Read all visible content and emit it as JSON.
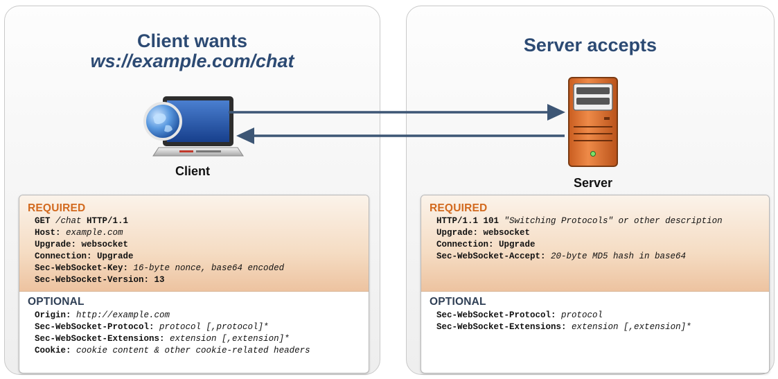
{
  "client": {
    "title_line1": "Client wants",
    "title_line2": "ws://example.com/chat",
    "node_label": "Client",
    "required": {
      "heading": "REQUIRED",
      "lines": [
        [
          {
            "t": "GET ",
            "b": true
          },
          {
            "t": "/chat",
            "i": true
          },
          {
            "t": " HTTP/1.1",
            "b": true
          }
        ],
        [
          {
            "t": "Host: ",
            "b": true
          },
          {
            "t": "example.com",
            "i": true
          }
        ],
        [
          {
            "t": "Upgrade: websocket",
            "b": true
          }
        ],
        [
          {
            "t": "Connection: Upgrade",
            "b": true
          }
        ],
        [
          {
            "t": "Sec-WebSocket-Key: ",
            "b": true
          },
          {
            "t": "16-byte nonce, base64 encoded",
            "i": true
          }
        ],
        [
          {
            "t": "Sec-WebSocket-Version: 13",
            "b": true
          }
        ]
      ]
    },
    "optional": {
      "heading": "OPTIONAL",
      "lines": [
        [
          {
            "t": "Origin: ",
            "b": true
          },
          {
            "t": "http://example.com",
            "i": true
          }
        ],
        [
          {
            "t": "Sec-WebSocket-Protocol: ",
            "b": true
          },
          {
            "t": "protocol [,protocol]*",
            "i": true
          }
        ],
        [
          {
            "t": "Sec-WebSocket-Extensions: ",
            "b": true
          },
          {
            "t": "extension [,extension]*",
            "i": true
          }
        ],
        [
          {
            "t": "Cookie: ",
            "b": true
          },
          {
            "t": "cookie content & other cookie-related headers",
            "i": true
          }
        ]
      ]
    }
  },
  "server": {
    "title": "Server accepts",
    "node_label": "Server",
    "required": {
      "heading": "REQUIRED",
      "lines": [
        [
          {
            "t": "HTTP/1.1 101 ",
            "b": true
          },
          {
            "t": "\"Switching Protocols\" or other description",
            "i": true
          }
        ],
        [
          {
            "t": "Upgrade: websocket",
            "b": true
          }
        ],
        [
          {
            "t": "Connection: Upgrade",
            "b": true
          }
        ],
        [
          {
            "t": "Sec-WebSocket-Accept: ",
            "b": true
          },
          {
            "t": "20-byte MD5 hash in base64",
            "i": true
          }
        ]
      ]
    },
    "optional": {
      "heading": "OPTIONAL",
      "lines": [
        [
          {
            "t": "Sec-WebSocket-Protocol: ",
            "b": true
          },
          {
            "t": "protocol",
            "i": true
          }
        ],
        [
          {
            "t": "Sec-WebSocket-Extensions: ",
            "b": true
          },
          {
            "t": "extension [,extension]*",
            "i": true
          }
        ]
      ]
    }
  },
  "icons": {
    "client": "laptop-globe-icon",
    "server": "server-tower-icon",
    "request_arrow": "arrow-right-icon",
    "response_arrow": "arrow-left-icon"
  },
  "colors": {
    "title": "#2c4a73",
    "required_heading": "#d2691e",
    "optional_heading": "#2f3f55",
    "arrow": "#3d5675",
    "server_body": "#e07a3a"
  }
}
